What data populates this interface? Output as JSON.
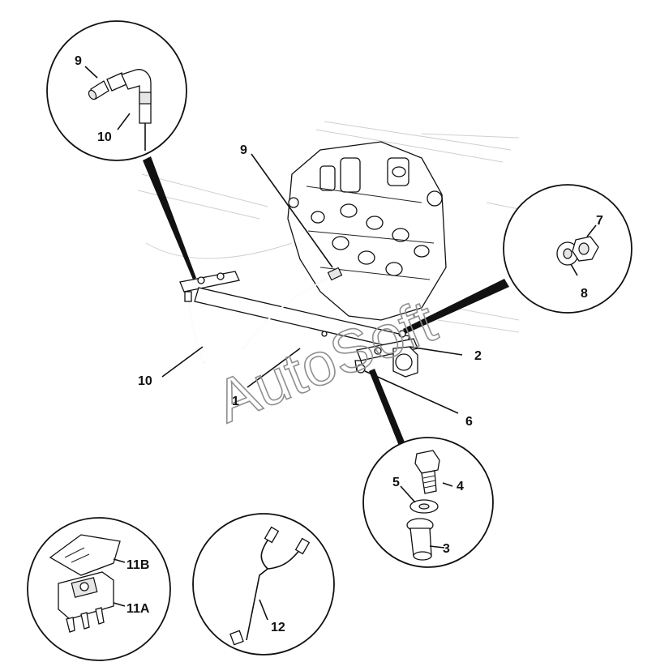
{
  "watermark": "AutoSoft",
  "callouts": [
    {
      "id": "c-9-detail",
      "text": "9"
    },
    {
      "id": "c-10-detail",
      "text": "10"
    },
    {
      "id": "c-9-main",
      "text": "9"
    },
    {
      "id": "c-7",
      "text": "7"
    },
    {
      "id": "c-8",
      "text": "8"
    },
    {
      "id": "c-2",
      "text": "2"
    },
    {
      "id": "c-10-main",
      "text": "10"
    },
    {
      "id": "c-1",
      "text": "1"
    },
    {
      "id": "c-6",
      "text": "6"
    },
    {
      "id": "c-4",
      "text": "4"
    },
    {
      "id": "c-5",
      "text": "5"
    },
    {
      "id": "c-3",
      "text": "3"
    },
    {
      "id": "c-11b",
      "text": "11B"
    },
    {
      "id": "c-11a",
      "text": "11A"
    },
    {
      "id": "c-12",
      "text": "12"
    }
  ]
}
